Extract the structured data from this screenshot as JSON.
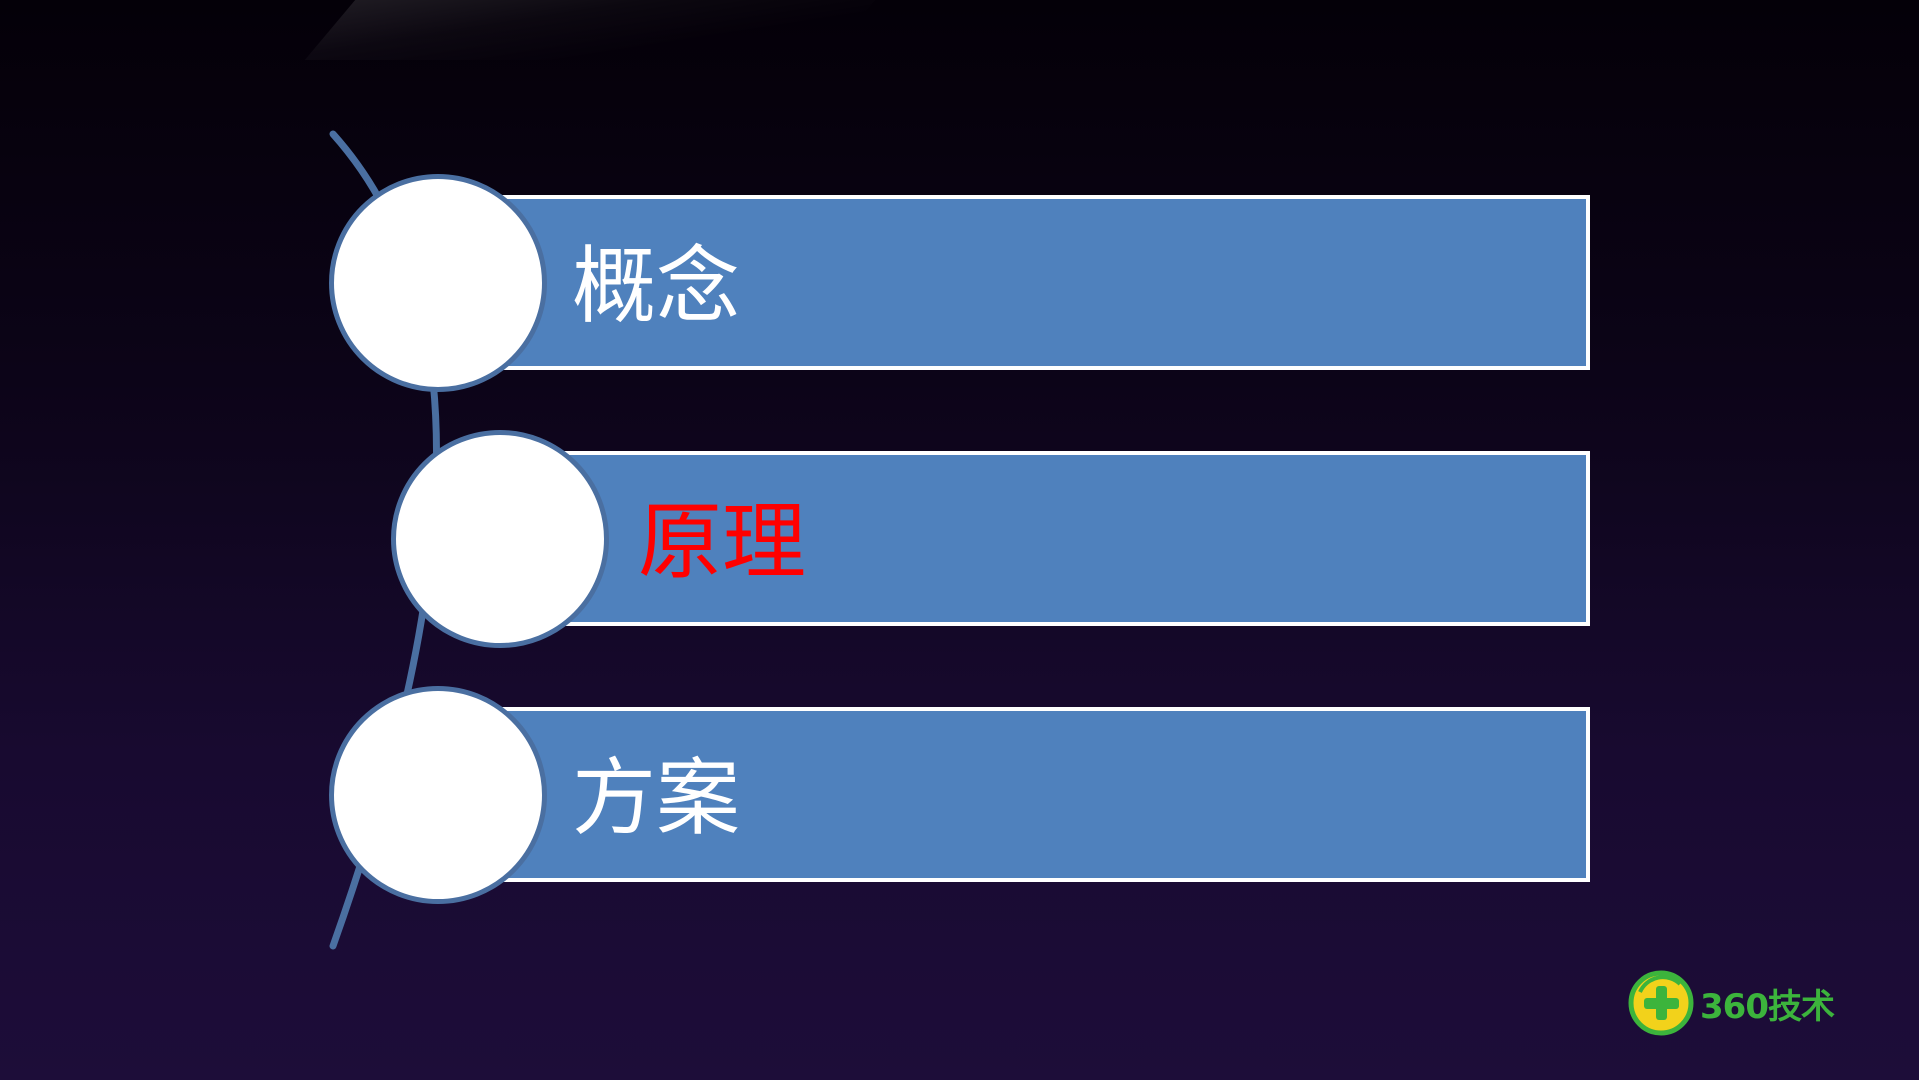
{
  "items": [
    {
      "label": "概念",
      "color": "#ffffff"
    },
    {
      "label": "原理",
      "color": "#ff0000"
    },
    {
      "label": "方案",
      "color": "#ffffff"
    }
  ],
  "colors": {
    "bar_fill": "#4f81bd",
    "bar_border": "#ffffff",
    "circle_border": "#4a6fa1",
    "highlight": "#ff0000",
    "logo_green": "#3cb43c",
    "logo_yellow": "#f2d21b"
  },
  "logo": {
    "text": "360技术",
    "icon": "plus-icon"
  }
}
